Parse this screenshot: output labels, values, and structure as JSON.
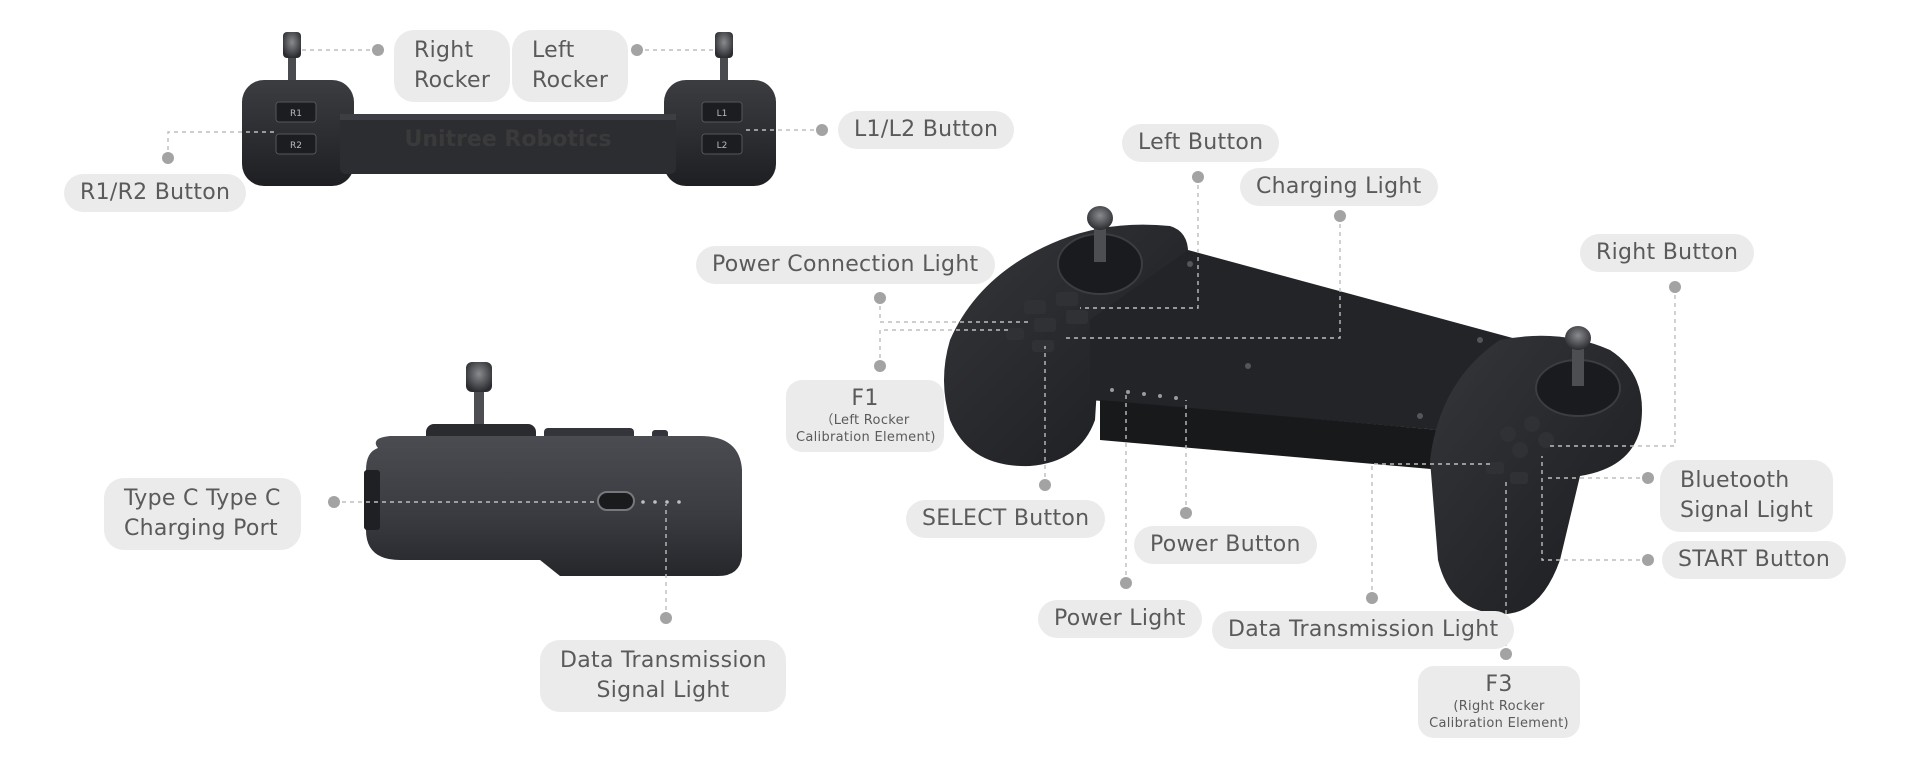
{
  "labels": {
    "right_rocker": [
      "Right",
      "Rocker"
    ],
    "left_rocker": [
      "Left",
      "Rocker"
    ],
    "l1_l2_button": "L1/L2 Button",
    "r1_r2_button": "R1/R2 Button",
    "left_button": "Left Button",
    "charging_light": "Charging Light",
    "power_connection_light": "Power Connection Light",
    "right_button": "Right Button",
    "f1": {
      "title": "F1",
      "sub": [
        "（Left Rocker",
        "Calibration Element)"
      ]
    },
    "type_c_port": [
      "Type C  Type C",
      "Charging Port"
    ],
    "select_button": "SELECT Button",
    "power_button": "Power Button",
    "bluetooth_signal_light": [
      "Bluetooth",
      "Signal Light"
    ],
    "start_button": "START Button",
    "power_light": "Power Light",
    "data_transmission_light": "Data Transmission Light",
    "data_transmission_signal_light": [
      "Data Transmission",
      "Signal Light"
    ],
    "f3": {
      "title": "F3",
      "sub": [
        "(Right Rocker",
        "Calibration Element)"
      ]
    }
  },
  "device": {
    "brand_text": "Unitree Robotics",
    "top_view_buttons": [
      "L1",
      "L2",
      "R1",
      "R2"
    ]
  },
  "colors": {
    "label_bg": "#ebebeb",
    "label_text": "#5a5a5a",
    "leader_line": "#bdbdbd",
    "leader_dot": "#a3a3a3",
    "device_body": "#2a2b2e"
  }
}
